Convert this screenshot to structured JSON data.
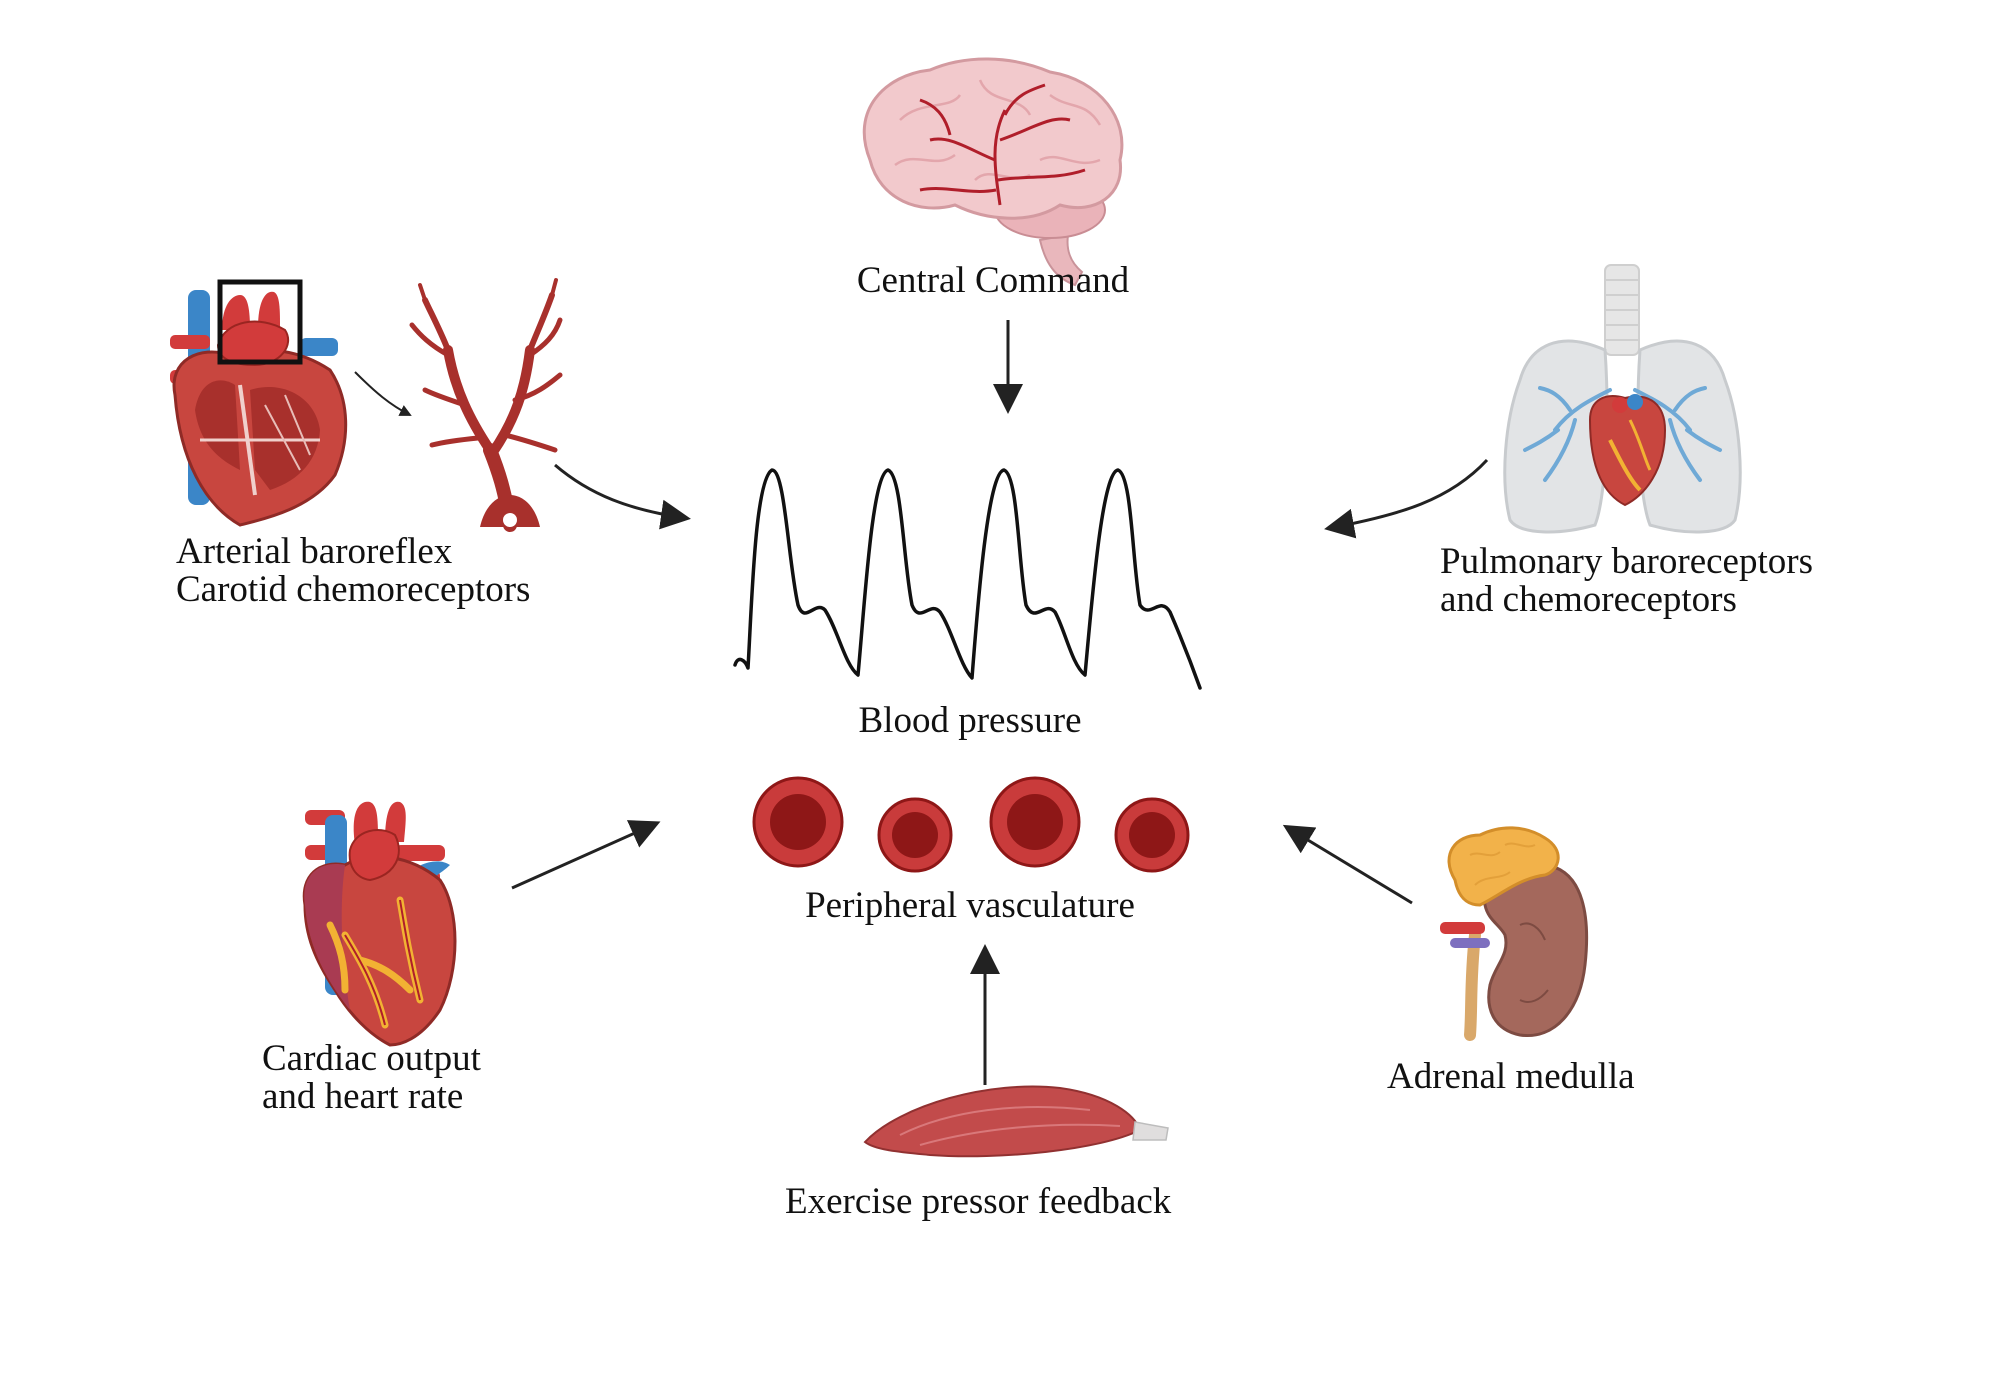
{
  "colors": {
    "artery": "#d23b3b",
    "vein": "#3b86c8",
    "heart_muscle": "#c8463f",
    "coronary_fat": "#f2b233",
    "brain": "#f2c9cc",
    "brain_vessels": "#b01e2a",
    "lung": "#e2e4e6",
    "kidney": "#a4685c",
    "adrenal": "#f2b24a",
    "muscle": "#c24b4b",
    "rbc_outer": "#c93b3b",
    "rbc_inner": "#8e1717",
    "trace": "#111111",
    "arrow": "#222222"
  },
  "nodes": {
    "central": {
      "label": "Central Command",
      "icon": "brain-icon"
    },
    "arterial": {
      "line1": "Arterial baroreflex",
      "line2": "Carotid chemoreceptors",
      "icons": [
        "heart-cross-section-icon",
        "carotid-bifurcation-icon"
      ]
    },
    "pulmonary": {
      "line1": "Pulmonary baroreceptors",
      "line2": "and chemoreceptors",
      "icon": "lungs-heart-icon"
    },
    "cardiac": {
      "line1": "Cardiac output",
      "line2": "and heart rate",
      "icon": "heart-icon"
    },
    "adrenal": {
      "label": "Adrenal medulla",
      "icon": "kidney-adrenal-icon"
    },
    "exercise": {
      "label": "Exercise pressor feedback",
      "icon": "skeletal-muscle-icon"
    }
  },
  "center": {
    "bp_label": "Blood pressure",
    "bp_icon": "pressure-waveform-icon",
    "pv_label": "Peripheral vasculature",
    "pv_icon": "red-blood-cells-icon"
  }
}
